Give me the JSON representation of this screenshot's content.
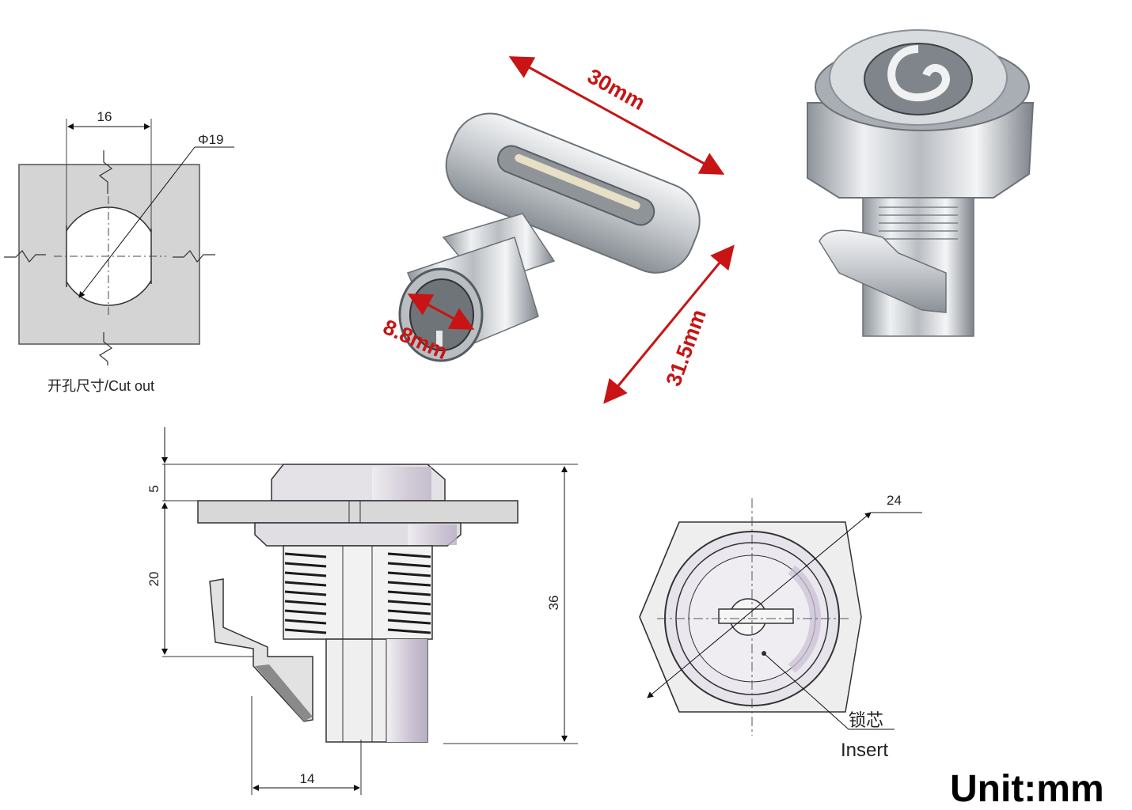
{
  "cutout": {
    "width_label": "16",
    "diameter_label": "Φ19",
    "caption": "开孔尺寸/Cut out"
  },
  "key_photo": {
    "length_label": "30mm",
    "height_label": "31.5mm",
    "socket_label": "8.8mm"
  },
  "side_view": {
    "head_label": "5",
    "thread_label": "20",
    "total_label": "36",
    "width_label": "14"
  },
  "front_view": {
    "hex_label": "24",
    "insert_cn": "锁芯",
    "insert_en": "Insert"
  },
  "unit_label": "Unit:mm",
  "colors": {
    "dimension_red": "#c81414",
    "chrome": "#cfd2d6",
    "drawing_grey": "#d4d4d4"
  }
}
